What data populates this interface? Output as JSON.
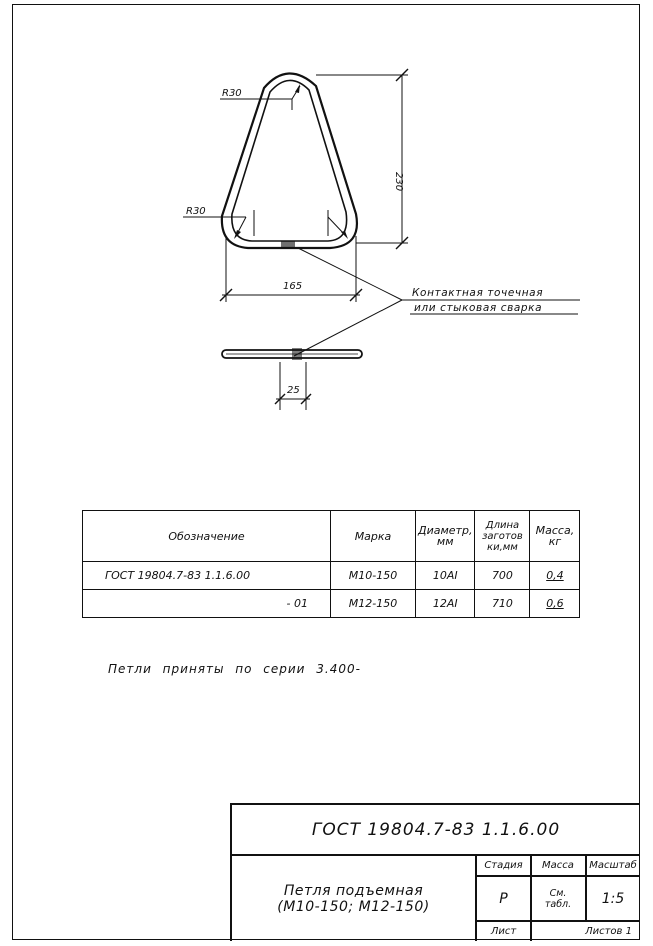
{
  "drawing": {
    "dims": {
      "radius_top": "R30",
      "radius_bottom": "R30",
      "height": "230",
      "width": "165",
      "weld_length": "25"
    },
    "weld_note": {
      "line1": "Контактная точечная",
      "line2": "или стыковая сварка"
    }
  },
  "spec_table": {
    "headers": {
      "designation": "Обозначение",
      "grade": "Марка",
      "diameter_line1": "Диаметр,",
      "diameter_line2": "мм",
      "length_line1": "Длина",
      "length_line2": "заготов",
      "length_line3": "ки,мм",
      "mass_line1": "Масса,",
      "mass_line2": "кг"
    },
    "rows": [
      {
        "designation": "ГОСТ 19804.7-83   1.1.6.00",
        "grade": "М10-150",
        "diameter": "10АI",
        "length": "700",
        "mass": "0,4"
      },
      {
        "designation": "- 01",
        "grade": "М12-150",
        "diameter": "12АI",
        "length": "710",
        "mass": "0,6"
      }
    ]
  },
  "note": "Петли приняты по серии 3.400-",
  "title_block": {
    "doc_code": "ГОСТ 19804.7-83   1.1.6.00",
    "name_line1": "Петля подъемная",
    "name_line2": "(М10-150; М12-150)",
    "stage_label": "Стадия",
    "mass_label": "Масса",
    "scale_label": "Масштаб",
    "stage_value": "Р",
    "mass_value_line1": "См.",
    "mass_value_line2": "табл.",
    "scale_value": "1:5",
    "sheet_label": "Лист",
    "sheets_label": "Листов 1"
  }
}
